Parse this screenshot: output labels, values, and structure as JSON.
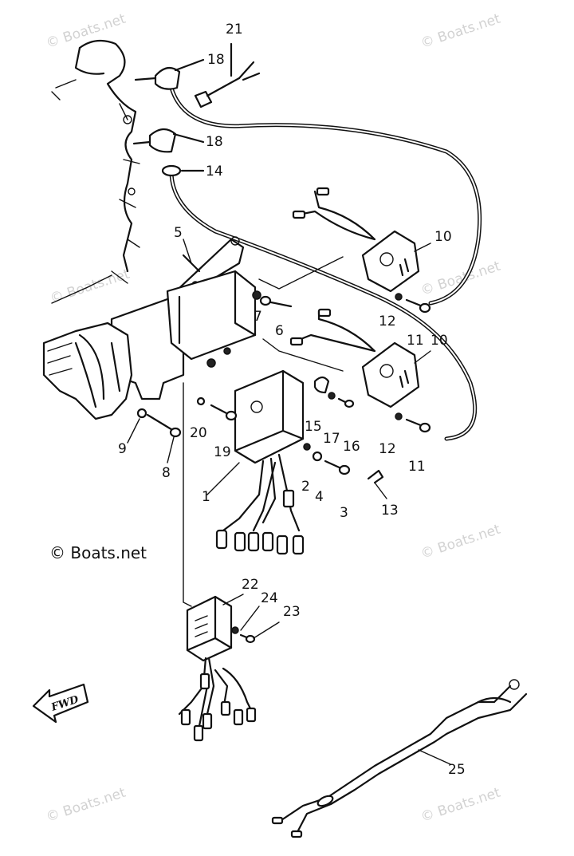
{
  "copyright": "© Boats.net",
  "watermark": "© Boats.net",
  "direction_label": "FWD",
  "callouts": {
    "c1": "1",
    "c2": "2",
    "c3": "3",
    "c4": "4",
    "c5": "5",
    "c6": "6",
    "c7": "7",
    "c8": "8",
    "c9": "9",
    "c10a": "10",
    "c10b": "10",
    "c11a": "11",
    "c11b": "11",
    "c12a": "12",
    "c12b": "12",
    "c13": "13",
    "c14": "14",
    "c15": "15",
    "c16": "16",
    "c17": "17",
    "c18a": "18",
    "c18b": "18",
    "c19": "19",
    "c20": "20",
    "c21": "21",
    "c22": "22",
    "c23": "23",
    "c24": "24",
    "c25": "25"
  }
}
